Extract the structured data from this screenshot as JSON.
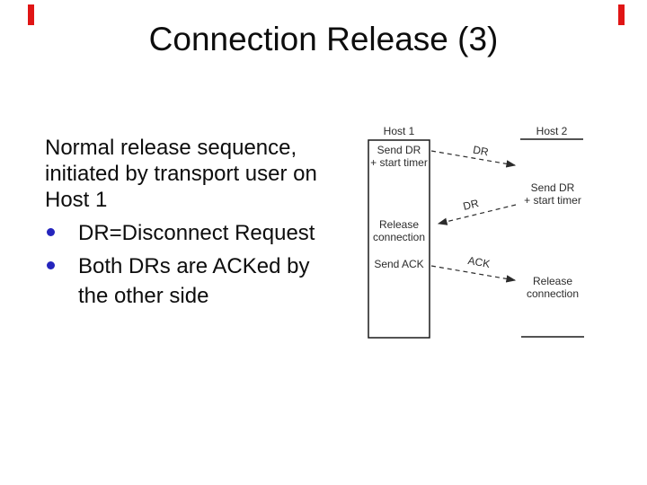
{
  "slide": {
    "title": "Connection Release (3)",
    "accent_color": "#e01515",
    "bullet_color": "#2525bd"
  },
  "body": {
    "intro_lines": [
      "Normal release sequence,",
      "initiated by transport user on",
      "Host 1"
    ],
    "bullets": [
      {
        "lines": [
          "DR=Disconnect Request"
        ]
      },
      {
        "lines": [
          "Both DRs are ACKed by",
          "the other side"
        ]
      }
    ]
  },
  "diagram": {
    "host1": {
      "label": "Host 1",
      "events": [
        {
          "lines": [
            "Send DR",
            "+ start timer"
          ]
        },
        {
          "lines": [
            "Release",
            "connection"
          ]
        },
        {
          "lines": [
            "Send ACK"
          ]
        }
      ]
    },
    "host2": {
      "label": "Host 2",
      "events": [
        {
          "lines": [
            "Send DR",
            "+ start timer"
          ]
        },
        {
          "lines": [
            "Release",
            "connection"
          ]
        }
      ]
    },
    "messages": [
      {
        "label": "DR"
      },
      {
        "label": "DR"
      },
      {
        "label": "ACK"
      }
    ]
  }
}
